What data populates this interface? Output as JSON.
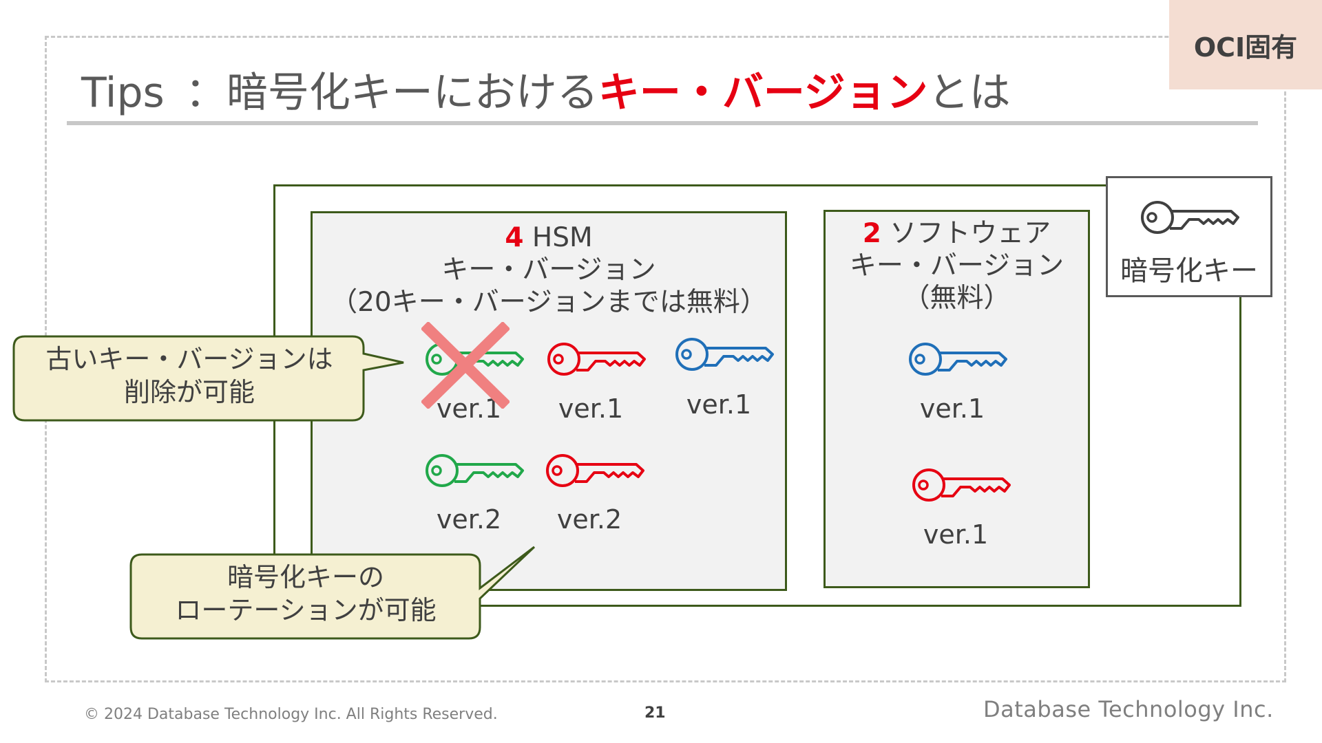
{
  "badge": "OCI固有",
  "title": {
    "prefix": "Tips",
    "main": "：暗号化キーにおける",
    "highlight": "キー・バージョン",
    "suffix": "とは"
  },
  "key_label": "暗号化キー",
  "hsm": {
    "count": "4",
    "line1": "HSM",
    "line2": "キー・バージョン",
    "line3": "（20キー・バージョンまでは無料）",
    "keys": [
      {
        "color": "#21a84a",
        "label": "ver.1",
        "deleted": true
      },
      {
        "color": "#e60012",
        "label": "ver.1",
        "deleted": false
      },
      {
        "color": "#1f6fb8",
        "label": "ver.1",
        "deleted": false
      },
      {
        "color": "#21a84a",
        "label": "ver.2",
        "deleted": false
      },
      {
        "color": "#e60012",
        "label": "ver.2",
        "deleted": false
      }
    ]
  },
  "software": {
    "count": "2",
    "line1": "ソフトウェア",
    "line2": "キー・バージョン",
    "line3": "（無料）",
    "keys": [
      {
        "color": "#1f6fb8",
        "label": "ver.1"
      },
      {
        "color": "#e60012",
        "label": "ver.1"
      }
    ]
  },
  "callouts": {
    "delete_line1": "古いキー・バージョンは",
    "delete_line2": "削除が可能",
    "rotate_line1": "暗号化キーの",
    "rotate_line2": "ローテーションが可能"
  },
  "colors": {
    "accent_red": "#e60012",
    "box_border": "#3d5a1b",
    "callout_fill": "#f5f0d2",
    "delete_mark": "#f08080"
  },
  "icons": [
    "key-icon",
    "delete-cross-icon"
  ],
  "footer": {
    "copyright": "© 2024 Database Technology Inc. All Rights Reserved.",
    "page": "21",
    "company": "Database Technology Inc."
  }
}
